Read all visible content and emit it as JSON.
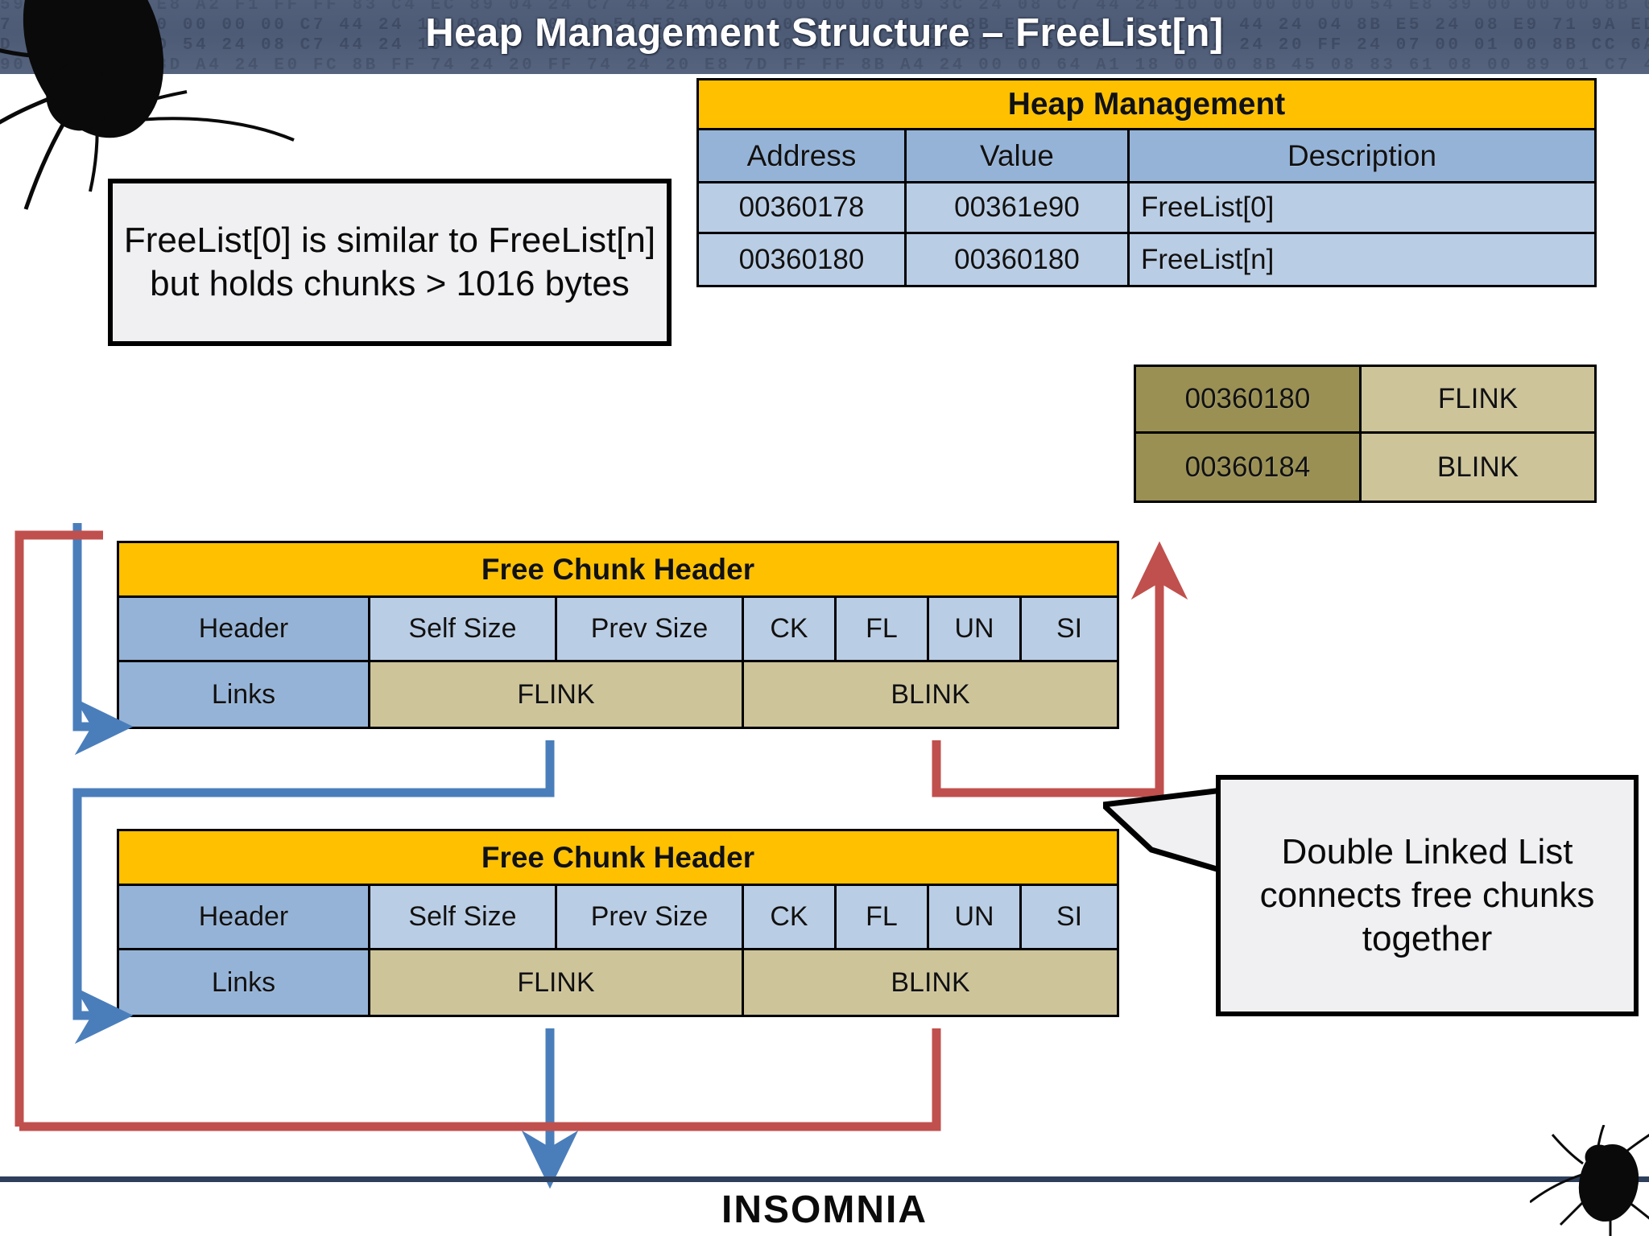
{
  "slide": {
    "title": "Heap Management Structure – FreeList[n]",
    "banner_bg": "#4e5c77",
    "accent_gold": "#ffc000",
    "accent_blue": "#95b3d7",
    "accent_olive": "#9a9054",
    "arrow_blue": "#4a7ebb",
    "arrow_red": "#c0504d"
  },
  "heap_table": {
    "title": "Heap Management",
    "columns": [
      "Address",
      "Value",
      "Description"
    ],
    "rows": [
      [
        "00360178",
        "00361e90",
        "FreeList[0]"
      ],
      [
        "00360180",
        "00360180",
        "FreeList[n]"
      ]
    ]
  },
  "link_table": {
    "rows": [
      [
        "00360180",
        "FLINK"
      ],
      [
        "00360184",
        "BLINK"
      ]
    ]
  },
  "chunk": {
    "title": "Free Chunk Header",
    "header_row": [
      "Header",
      "Self Size",
      "Prev Size",
      "CK",
      "FL",
      "UN",
      "SI"
    ],
    "links_row": [
      "Links",
      "FLINK",
      "BLINK"
    ]
  },
  "notes": {
    "freelist": "FreeList[0] is similar to FreeList[n] but holds chunks > 1016 bytes",
    "double_linked_list": "Double Linked List connects free chunks together"
  },
  "footer": {
    "logo": "INSOMNIA"
  },
  "hex_background": "59 6A 51 53 E8 A2 F1 FF FF 83 C4 EC 89 04 24 C7 44 24 04 00 00 00 00 89 3C 24 08 C7 44 24 10 00 00 00 00 54 E8 39 00 00 00 8B 04 24 8B E5 5D C3 8B FF 74 24 20 FF 74 24 20 E8 7D FF FF 8B A4 24 00 00 64 A1 18 00 00\n7 44 24 04 00 00 00 00 C7 44 24 10 00 00 00 00 54 E8 39 00 00 00 8B 04 24 8B E5 5D C3 8B FF 8B 44 24 04 8B E5 24 08 E9 71 9A ED FF 8B A4 24 00 00 00 00 8D 64 24 00\nD 64 24 00 8D 54 24 08 C7 44 24 10 00 00 00 00 54 E8 39 00 00 00 8B 04 24 8B E5 5D C3 8B FF 74 24 20 FF 24 07 00 01 00 8B CC 6A 01 51 FF 75 08 E8\n90 55 8B EC 8D A4 24 E0 FC 8B FF 74 24 20 FF 74 24 20 E8 7D FF FF 8B A4 24 00 00 64 A1 18 00 00 8B 45 08 83 61 08 00 89 01 C7 41 04 00 00 00 00\nF0 FF FF 50 E8 AF FF FF FF CC 90 BA 4D 10 1C 77 EB 08 90 BA 4D 10 1C 77 8D 09 53 56 57 33 C0 33 DB 33 F6 33 FF FF 74 24 20 FF 74 24 20 FF 74 24 20 E8 00 00 00 00"
}
